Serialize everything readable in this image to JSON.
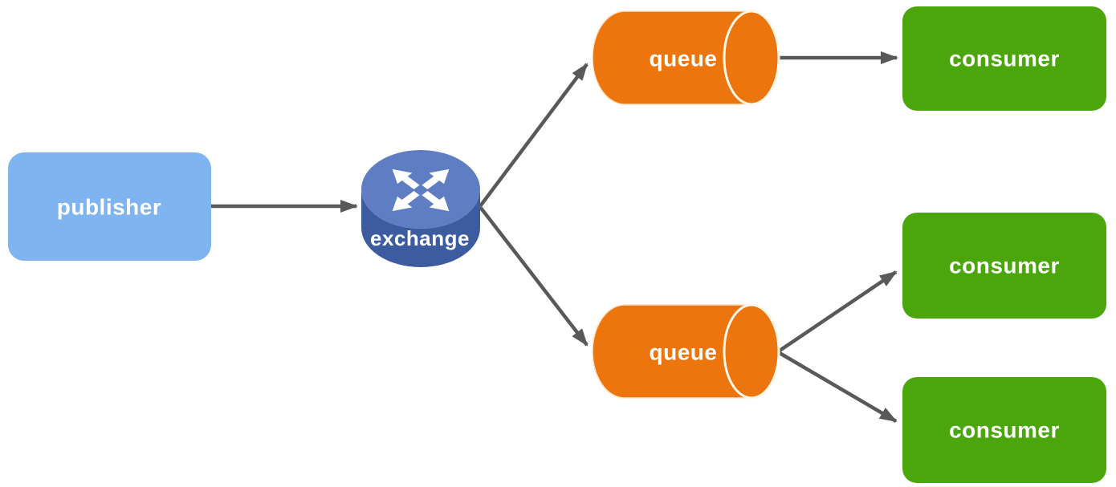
{
  "diagram": {
    "background": "#FFFFFF",
    "arrow_color": "#595959",
    "text_color": "#FFFFFF",
    "nodes": {
      "publisher": {
        "label": "publisher",
        "shape": "rounded-rectangle",
        "color": "#7EB4EF"
      },
      "exchange": {
        "label": "exchange",
        "shape": "router-cylinder",
        "icon": "crossed-arrows-icon",
        "top_color": "#5F7DC2",
        "side_color": "#3C5C9F"
      },
      "queue_top": {
        "label": "queue",
        "shape": "horizontal-cylinder",
        "color": "#EC760D"
      },
      "queue_bottom": {
        "label": "queue",
        "shape": "horizontal-cylinder",
        "color": "#EC760D"
      },
      "consumer_top": {
        "label": "consumer",
        "shape": "rounded-rectangle",
        "color": "#4BA60B"
      },
      "consumer_middle": {
        "label": "consumer",
        "shape": "rounded-rectangle",
        "color": "#4BA60B"
      },
      "consumer_bottom": {
        "label": "consumer",
        "shape": "rounded-rectangle",
        "color": "#4BA60B"
      }
    },
    "edges": [
      {
        "from": "publisher",
        "to": "exchange"
      },
      {
        "from": "exchange",
        "to": "queue_top"
      },
      {
        "from": "exchange",
        "to": "queue_bottom"
      },
      {
        "from": "queue_top",
        "to": "consumer_top"
      },
      {
        "from": "queue_bottom",
        "to": "consumer_middle"
      },
      {
        "from": "queue_bottom",
        "to": "consumer_bottom"
      }
    ]
  }
}
